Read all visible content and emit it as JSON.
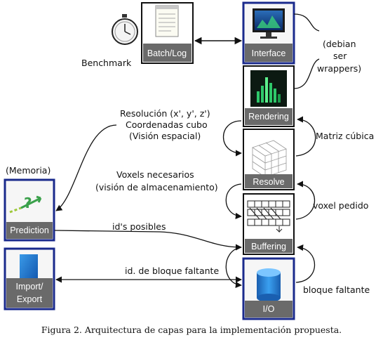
{
  "layers": {
    "interface": "Interface",
    "rendering": "Rendering",
    "resolve": "Resolve",
    "buffering": "Buffering",
    "io": "I/O",
    "prediction": "Prediction",
    "import_export_1": "Import/",
    "import_export_2": "Export",
    "batch_log": "Batch/Log"
  },
  "labels": {
    "benchmark": "Benchmark",
    "wrappers_1": "(debian",
    "wrappers_2": "ser",
    "wrappers_3": "wrappers)",
    "resolucion_1": "Resolución (x', y', z')",
    "resolucion_2": "Coordenadas cubo",
    "resolucion_3": "(Visión espacial)",
    "matriz": "Matriz cúbica",
    "memoria": "(Memoria)",
    "voxels_1": "Voxels necesarios",
    "voxels_2": "(visión de almacenamiento)",
    "voxel_pedido": "voxel pedido",
    "ids_posibles": "id's posibles",
    "id_bloque": "id. de bloque faltante",
    "bloque_faltante": "bloque faltante"
  },
  "caption": "Figura 2. Arquitectura de capas para la implementación propuesta.",
  "colors": {
    "layer_border": "#1a2a8c",
    "label_band": "#6a6a6a",
    "arrow": "#111111",
    "wavy_underline": "#cc2222"
  },
  "icons": {
    "interface": "monitor-icon",
    "rendering": "3d-bar-chart-icon",
    "resolve": "wireframe-cube-icon",
    "buffering": "buffer-grid-icon",
    "io": "database-cylinder-icon",
    "prediction": "arrow-question-icon",
    "import_export": "blue-document-icon",
    "batch_log": "notepad-icon",
    "benchmark": "stopwatch-icon"
  }
}
